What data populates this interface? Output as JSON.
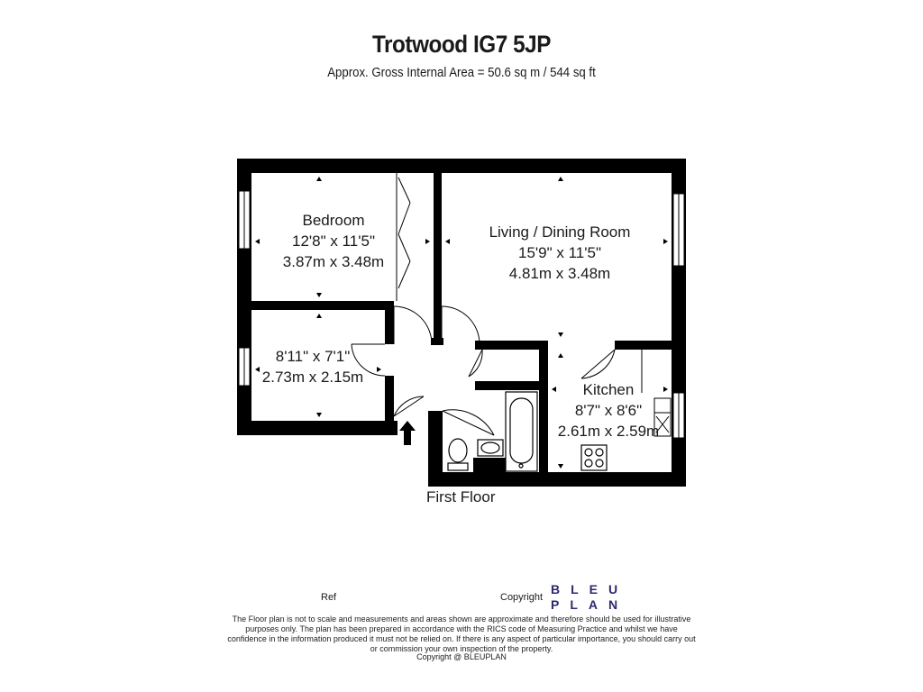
{
  "header": {
    "title": "Trotwood IG7 5JP",
    "subtitle": "Approx. Gross Internal Area = 50.6 sq m / 544 sq ft"
  },
  "rooms": {
    "bedroom": {
      "name": "Bedroom",
      "imperial": "12'8\" x 11'5\"",
      "metric": "3.87m x 3.48m"
    },
    "living": {
      "name": "Living / Dining Room",
      "imperial": "15'9\" x 11'5\"",
      "metric": "4.81m x 3.48m"
    },
    "second_room": {
      "imperial": "8'11\" x 7'1\"",
      "metric": "2.73m x 2.15m"
    },
    "kitchen": {
      "name": "Kitchen",
      "imperial": "8'7\" x 8'6\"",
      "metric": "2.61m x 2.59m"
    }
  },
  "floor_label": "First Floor",
  "footer": {
    "ref_label": "Ref",
    "copyright_label": "Copyright",
    "logo_line1": "BLEU",
    "logo_line2": "PLAN",
    "logo_color": "#2d2a6e",
    "disclaimer": "The Floor plan is not to scale and measurements and areas shown are approximate and therefore should be used for illustrative purposes only. The plan has been prepared in accordance with the RICS code of Measuring Practice and whilst we have confidence in the information produced it must not be relied on. If there is any aspect of particular importance, you should carry out or commission your own inspection of the property.",
    "copyright_line": "Copyright @ BLEUPLAN"
  }
}
